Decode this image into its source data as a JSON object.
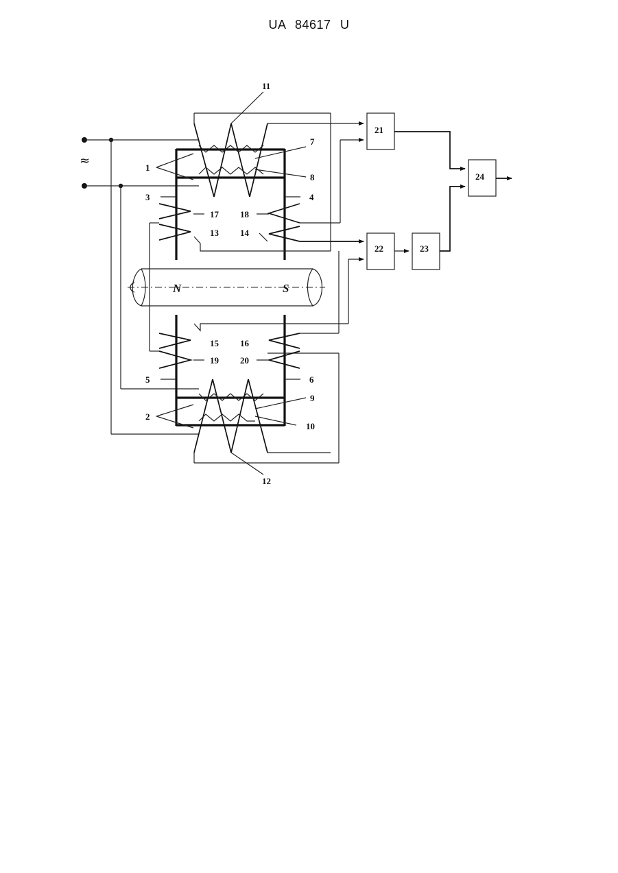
{
  "header": {
    "text": "UA   84617   U"
  },
  "diagram": {
    "ac_symbol": "≈",
    "poles": {
      "north": "N",
      "south": "S"
    },
    "blocks": [
      "21",
      "22",
      "23",
      "24"
    ],
    "labels": {
      "l1": "1",
      "l2": "2",
      "l3": "3",
      "l4": "4",
      "l5": "5",
      "l6": "6",
      "l7": "7",
      "l8": "8",
      "l9": "9",
      "l10": "10",
      "l11": "11",
      "l12": "12",
      "l13": "13",
      "l14": "14",
      "l15": "15",
      "l16": "16",
      "l17": "17",
      "l18": "18",
      "l19": "19",
      "l20": "20"
    }
  }
}
